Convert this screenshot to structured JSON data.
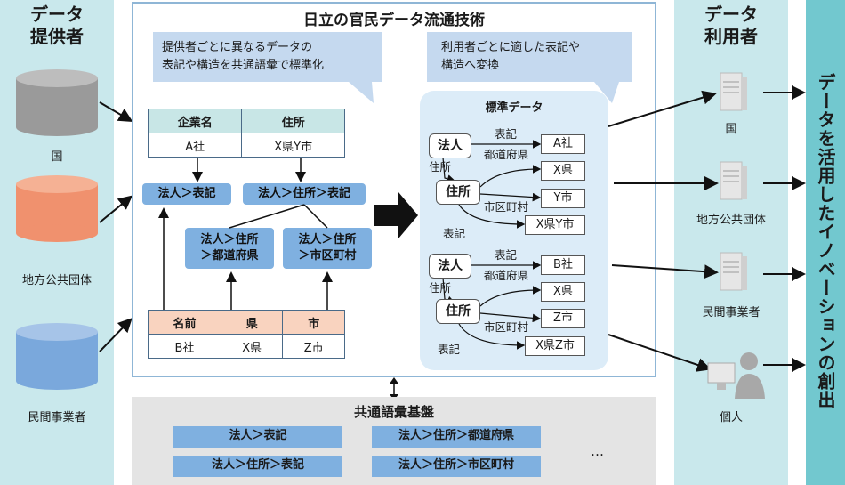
{
  "providers": {
    "title_line1": "データ",
    "title_line2": "提供者",
    "items": [
      {
        "label": "国",
        "color": "#9a9a9a"
      },
      {
        "label": "地方公共団体",
        "color": "#f0916e"
      },
      {
        "label": "民間事業者",
        "color": "#7aa8dc"
      }
    ]
  },
  "main": {
    "title": "日立の官民データ流通技術",
    "callout_left_line1": "提供者ごとに異なるデータの",
    "callout_left_line2": "表記や構造を共通語彙で標準化",
    "callout_right_line1": "利用者ごとに適した表記や",
    "callout_right_line2": "構造へ変換",
    "table_top": {
      "headers": [
        "企業名",
        "住所"
      ],
      "row": [
        "A社",
        "X県Y市"
      ]
    },
    "table_bottom": {
      "headers": [
        "名前",
        "県",
        "市"
      ],
      "row": [
        "B社",
        "X県",
        "Z市"
      ]
    },
    "pills": {
      "houjin_hyouki": "法人＞表記",
      "houjin_jusho_hyouki": "法人＞住所＞表記",
      "pref_line1": "法人＞住所",
      "pref_line2": "＞都道府県",
      "city_line1": "法人＞住所",
      "city_line2": "＞市区町村"
    },
    "standard": {
      "title": "標準データ",
      "group1": {
        "entity": "法人",
        "address": "住所",
        "edge_hyouki": "表記",
        "edge_jusho": "住所",
        "edge_pref": "都道府県",
        "edge_city": "市区町村",
        "edge_addr_hyouki": "表記",
        "v_name": "A社",
        "v_pref": "X県",
        "v_city": "Y市",
        "v_full": "X県Y市"
      },
      "group2": {
        "entity": "法人",
        "address": "住所",
        "edge_hyouki": "表記",
        "edge_jusho": "住所",
        "edge_pref": "都道府県",
        "edge_city": "市区町村",
        "edge_addr_hyouki": "表記",
        "v_name": "B社",
        "v_pref": "X県",
        "v_city": "Z市",
        "v_full": "X県Z市"
      }
    }
  },
  "vocab": {
    "title": "共通語彙基盤",
    "items": [
      "法人＞表記",
      "法人＞住所＞都道府県",
      "法人＞住所＞表記",
      "法人＞住所＞市区町村"
    ],
    "ellipsis": "…"
  },
  "users": {
    "title_line1": "データ",
    "title_line2": "利用者",
    "items": [
      "国",
      "地方公共団体",
      "民間事業者",
      "個人"
    ]
  },
  "outcome": "データを活用したイノベーションの創出",
  "colors": {
    "accent_blue": "#7fb0e0",
    "teal": "#72c8cf",
    "light_teal": "#c9e8ec",
    "frame": "#8fb6d6"
  }
}
